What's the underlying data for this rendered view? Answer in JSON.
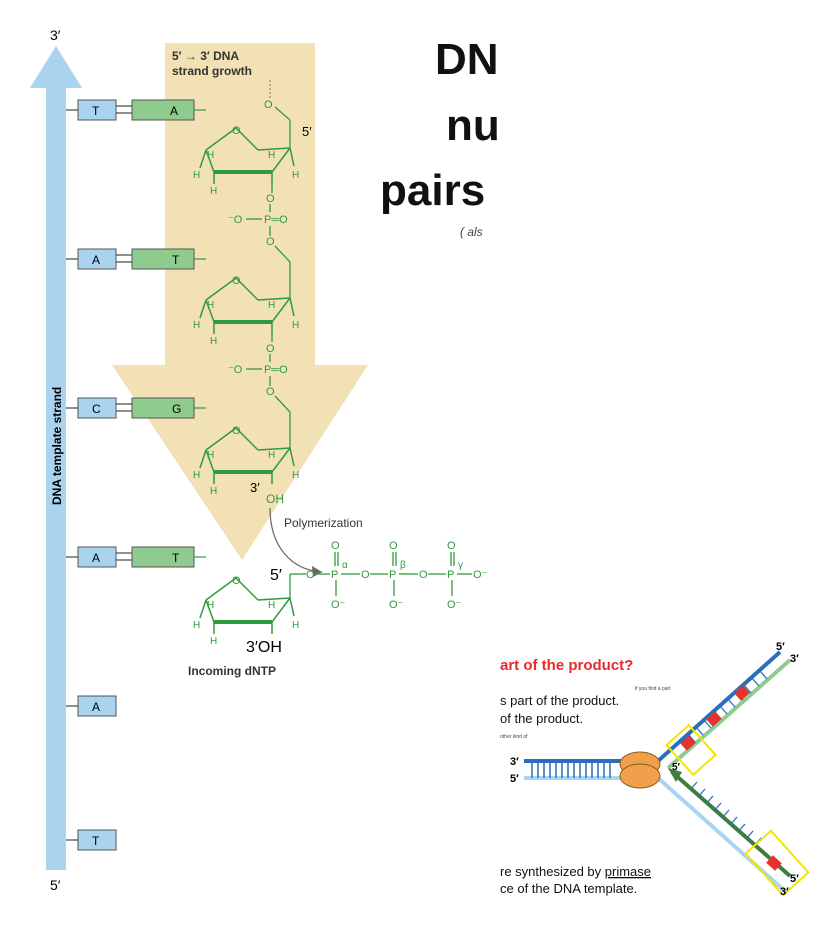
{
  "colors": {
    "template_blue": "#a9d3ee",
    "new_strand_green": "#8fcb8f",
    "sugar_green": "#2f9a3e",
    "growth_arrow": "#f3e1b6",
    "title_red": "#e52b2b",
    "fork_dark_blue": "#2a6fbd",
    "fork_light_blue": "#a8d6f2",
    "fork_green": "#3d7f3a",
    "helicase_orange": "#f0a04a",
    "primer_red": "#e4332f",
    "box_yellow": "#f5e400"
  },
  "left_diagram": {
    "template_top_label": "3′",
    "template_bottom_label": "5′",
    "template_strand_label": "DNA template strand",
    "growth_label_line1": "5′ → 3′ DNA",
    "growth_label_line2": "strand growth",
    "base_pairs": [
      {
        "template": "T",
        "new": "A"
      },
      {
        "template": "A",
        "new": "T"
      },
      {
        "template": "C",
        "new": "G"
      },
      {
        "template": "A",
        "new": "T"
      }
    ],
    "unpaired_bases": [
      "A",
      "T"
    ],
    "atoms": {
      "O": "O",
      "H": "H",
      "P": "P",
      "O_minus": "⁻O",
      "P_eq_O": "P═O"
    },
    "five_prime": "5′",
    "three_prime_oh": "3′",
    "oh": "OH",
    "polymerization_label": "Polymerization",
    "incoming_five_prime": "5′",
    "incoming_three_prime_oh": "3′OH",
    "incoming_label": "Incoming dNTP",
    "phosphate_greek": [
      "α",
      "β",
      "γ"
    ],
    "o_minus_small": "O⁻"
  },
  "title_fragment": {
    "line1": "DN",
    "line2": "nu",
    "line3": "pairs",
    "handwriting": "( als"
  },
  "fork_panel": {
    "question_fragment": "art of the product?",
    "bullet1": "s part of the product.",
    "bullet1_note": "if you find a part",
    "bullet2": "of the product.",
    "bullet2_note": "other kind of",
    "bullet3_prefix": "re synthesized by ",
    "bullet3_link": "primase",
    "bullet4": "ce of the DNA template.",
    "labels": {
      "top_5": "5′",
      "top_3": "3′",
      "left_3": "3′",
      "left_5": "5′",
      "mid_5": "5′",
      "bottom_5": "5′",
      "bottom_3": "3′"
    }
  }
}
